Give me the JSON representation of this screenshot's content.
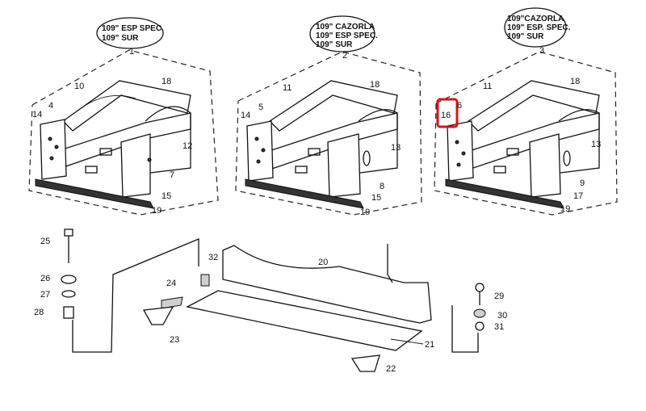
{
  "highlight_color": "#d3141c",
  "assemblies": [
    {
      "caption_lines": [
        "109\" ESP SPEC.",
        "109\" SUR"
      ],
      "number": "1"
    },
    {
      "caption_lines": [
        "109\" CAZORLA",
        "109\" ESP SPEC.",
        "109\" SUR"
      ],
      "number": "2"
    },
    {
      "caption_lines": [
        "109\"CAZORLA",
        "109\" ESP. SPEC.",
        "109\" SUR"
      ],
      "number": "3"
    }
  ],
  "callouts_a1": [
    "10",
    "18",
    "4",
    "14",
    "12",
    "7",
    "15",
    "19"
  ],
  "callouts_a2": [
    "11",
    "18",
    "5",
    "14",
    "13",
    "8",
    "15",
    "19"
  ],
  "callouts_a3": [
    "11",
    "18",
    "16",
    "6",
    "13",
    "9",
    "17",
    "19"
  ],
  "callouts_parts": [
    "25",
    "26",
    "27",
    "28",
    "24",
    "23",
    "32",
    "20",
    "21",
    "22",
    "29",
    "30",
    "31"
  ],
  "highlighted_callout": "16"
}
